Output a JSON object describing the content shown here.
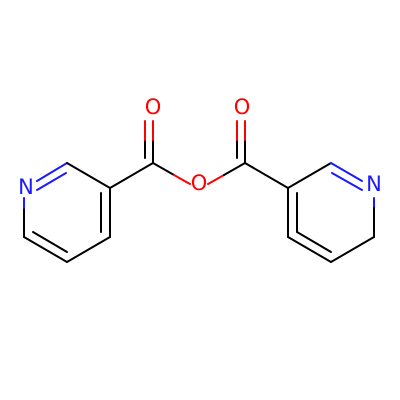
{
  "molecule": {
    "atoms": {
      "n_left": "N",
      "n_right": "N",
      "o_carbonyl_left": "O",
      "o_carbonyl_right": "O",
      "o_bridge": "O"
    }
  },
  "colors": {
    "background": "#ffffff",
    "carbon_bond": "#000000",
    "nitrogen": "#1a1aff",
    "oxygen": "#ff0000"
  }
}
